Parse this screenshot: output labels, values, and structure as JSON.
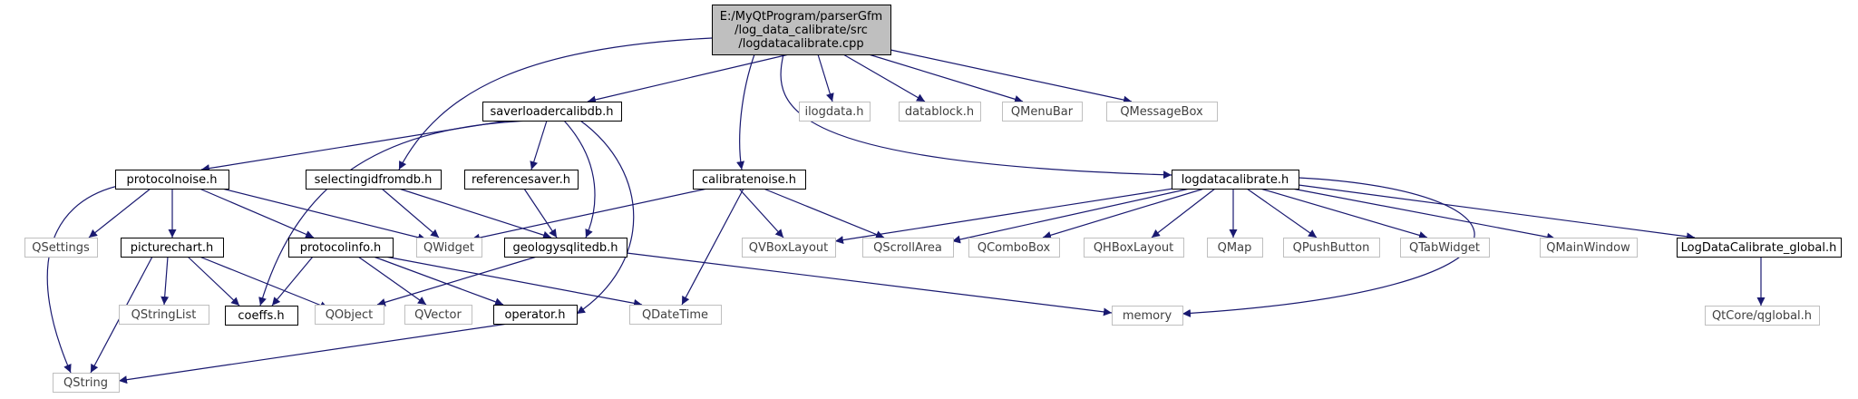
{
  "colors": {
    "edge": "#191970",
    "root_fill": "#bfbfbf",
    "root_stroke": "#000000",
    "local_stroke": "#000000",
    "external_stroke": "#bfbfbf",
    "text": "#000000",
    "external_text": "#404040"
  },
  "nodes": [
    {
      "id": "root",
      "kind": "root",
      "lines": [
        "E:/MyQtProgram/parserGfm",
        "/log_data_calibrate/src",
        "/logdatacalibrate.cpp"
      ]
    },
    {
      "id": "saverloadercalibdb",
      "kind": "local",
      "lines": [
        "saverloadercalibdb.h"
      ]
    },
    {
      "id": "ilogdata",
      "kind": "external",
      "lines": [
        "ilogdata.h"
      ]
    },
    {
      "id": "datablock",
      "kind": "external",
      "lines": [
        "datablock.h"
      ]
    },
    {
      "id": "QMenuBar",
      "kind": "external",
      "lines": [
        "QMenuBar"
      ]
    },
    {
      "id": "QMessageBox",
      "kind": "external",
      "lines": [
        "QMessageBox"
      ]
    },
    {
      "id": "protocolnoise",
      "kind": "local",
      "lines": [
        "protocolnoise.h"
      ]
    },
    {
      "id": "selectingidfromdb",
      "kind": "local",
      "lines": [
        "selectingidfromdb.h"
      ]
    },
    {
      "id": "referencesaver",
      "kind": "local",
      "lines": [
        "referencesaver.h"
      ]
    },
    {
      "id": "calibratenoise",
      "kind": "local",
      "lines": [
        "calibratenoise.h"
      ]
    },
    {
      "id": "logdatacalibrate",
      "kind": "local",
      "lines": [
        "logdatacalibrate.h"
      ]
    },
    {
      "id": "QSettings",
      "kind": "external",
      "lines": [
        "QSettings"
      ]
    },
    {
      "id": "picturechart",
      "kind": "local",
      "lines": [
        "picturechart.h"
      ]
    },
    {
      "id": "protocolinfo",
      "kind": "local",
      "lines": [
        "protocolinfo.h"
      ]
    },
    {
      "id": "QWidget",
      "kind": "external",
      "lines": [
        "QWidget"
      ]
    },
    {
      "id": "geologysqlitedb",
      "kind": "local",
      "lines": [
        "geologysqlitedb.h"
      ]
    },
    {
      "id": "QVBoxLayout",
      "kind": "external",
      "lines": [
        "QVBoxLayout"
      ]
    },
    {
      "id": "QScrollArea",
      "kind": "external",
      "lines": [
        "QScrollArea"
      ]
    },
    {
      "id": "QComboBox",
      "kind": "external",
      "lines": [
        "QComboBox"
      ]
    },
    {
      "id": "QHBoxLayout",
      "kind": "external",
      "lines": [
        "QHBoxLayout"
      ]
    },
    {
      "id": "QMap",
      "kind": "external",
      "lines": [
        "QMap"
      ]
    },
    {
      "id": "QPushButton",
      "kind": "external",
      "lines": [
        "QPushButton"
      ]
    },
    {
      "id": "QTabWidget",
      "kind": "external",
      "lines": [
        "QTabWidget"
      ]
    },
    {
      "id": "QMainWindow",
      "kind": "external",
      "lines": [
        "QMainWindow"
      ]
    },
    {
      "id": "LogDataCalibrate_global",
      "kind": "local",
      "lines": [
        "LogDataCalibrate_global.h"
      ]
    },
    {
      "id": "QStringList",
      "kind": "external",
      "lines": [
        "QStringList"
      ]
    },
    {
      "id": "coeffs",
      "kind": "local",
      "lines": [
        "coeffs.h"
      ]
    },
    {
      "id": "QObject",
      "kind": "external",
      "lines": [
        "QObject"
      ]
    },
    {
      "id": "QVector",
      "kind": "external",
      "lines": [
        "QVector"
      ]
    },
    {
      "id": "operator",
      "kind": "local",
      "lines": [
        "operator.h"
      ]
    },
    {
      "id": "QDateTime",
      "kind": "external",
      "lines": [
        "QDateTime"
      ]
    },
    {
      "id": "memory",
      "kind": "external",
      "lines": [
        "memory"
      ]
    },
    {
      "id": "QtCore_qglobal",
      "kind": "external",
      "lines": [
        "QtCore/qglobal.h"
      ]
    },
    {
      "id": "QString",
      "kind": "external",
      "lines": [
        "QString"
      ]
    }
  ],
  "edges": [
    {
      "from": "root",
      "to": "saverloadercalibdb"
    },
    {
      "from": "root",
      "to": "selectingidfromdb"
    },
    {
      "from": "root",
      "to": "calibratenoise"
    },
    {
      "from": "root",
      "to": "ilogdata"
    },
    {
      "from": "root",
      "to": "datablock"
    },
    {
      "from": "root",
      "to": "QMenuBar"
    },
    {
      "from": "root",
      "to": "QMessageBox"
    },
    {
      "from": "root",
      "to": "logdatacalibrate"
    },
    {
      "from": "saverloadercalibdb",
      "to": "protocolnoise"
    },
    {
      "from": "saverloadercalibdb",
      "to": "referencesaver"
    },
    {
      "from": "saverloadercalibdb",
      "to": "geologysqlitedb"
    },
    {
      "from": "saverloadercalibdb",
      "to": "coeffs"
    },
    {
      "from": "saverloadercalibdb",
      "to": "operator"
    },
    {
      "from": "protocolnoise",
      "to": "QSettings"
    },
    {
      "from": "protocolnoise",
      "to": "picturechart"
    },
    {
      "from": "protocolnoise",
      "to": "protocolinfo"
    },
    {
      "from": "protocolnoise",
      "to": "QWidget"
    },
    {
      "from": "protocolnoise",
      "to": "QString"
    },
    {
      "from": "selectingidfromdb",
      "to": "QWidget"
    },
    {
      "from": "selectingidfromdb",
      "to": "geologysqlitedb"
    },
    {
      "from": "referencesaver",
      "to": "geologysqlitedb"
    },
    {
      "from": "calibratenoise",
      "to": "QWidget"
    },
    {
      "from": "calibratenoise",
      "to": "QVBoxLayout"
    },
    {
      "from": "calibratenoise",
      "to": "QScrollArea"
    },
    {
      "from": "calibratenoise",
      "to": "QDateTime"
    },
    {
      "from": "logdatacalibrate",
      "to": "QVBoxLayout"
    },
    {
      "from": "logdatacalibrate",
      "to": "QScrollArea"
    },
    {
      "from": "logdatacalibrate",
      "to": "QComboBox"
    },
    {
      "from": "logdatacalibrate",
      "to": "QHBoxLayout"
    },
    {
      "from": "logdatacalibrate",
      "to": "QMap"
    },
    {
      "from": "logdatacalibrate",
      "to": "QPushButton"
    },
    {
      "from": "logdatacalibrate",
      "to": "QTabWidget"
    },
    {
      "from": "logdatacalibrate",
      "to": "QMainWindow"
    },
    {
      "from": "logdatacalibrate",
      "to": "LogDataCalibrate_global"
    },
    {
      "from": "logdatacalibrate",
      "to": "memory"
    },
    {
      "from": "picturechart",
      "to": "QStringList"
    },
    {
      "from": "picturechart",
      "to": "coeffs"
    },
    {
      "from": "picturechart",
      "to": "QObject"
    },
    {
      "from": "picturechart",
      "to": "QString"
    },
    {
      "from": "protocolinfo",
      "to": "coeffs"
    },
    {
      "from": "protocolinfo",
      "to": "QVector"
    },
    {
      "from": "protocolinfo",
      "to": "operator"
    },
    {
      "from": "protocolinfo",
      "to": "QDateTime"
    },
    {
      "from": "geologysqlitedb",
      "to": "QObject"
    },
    {
      "from": "geologysqlitedb",
      "to": "memory"
    },
    {
      "from": "operator",
      "to": "QString"
    },
    {
      "from": "LogDataCalibrate_global",
      "to": "QtCore_qglobal"
    }
  ]
}
